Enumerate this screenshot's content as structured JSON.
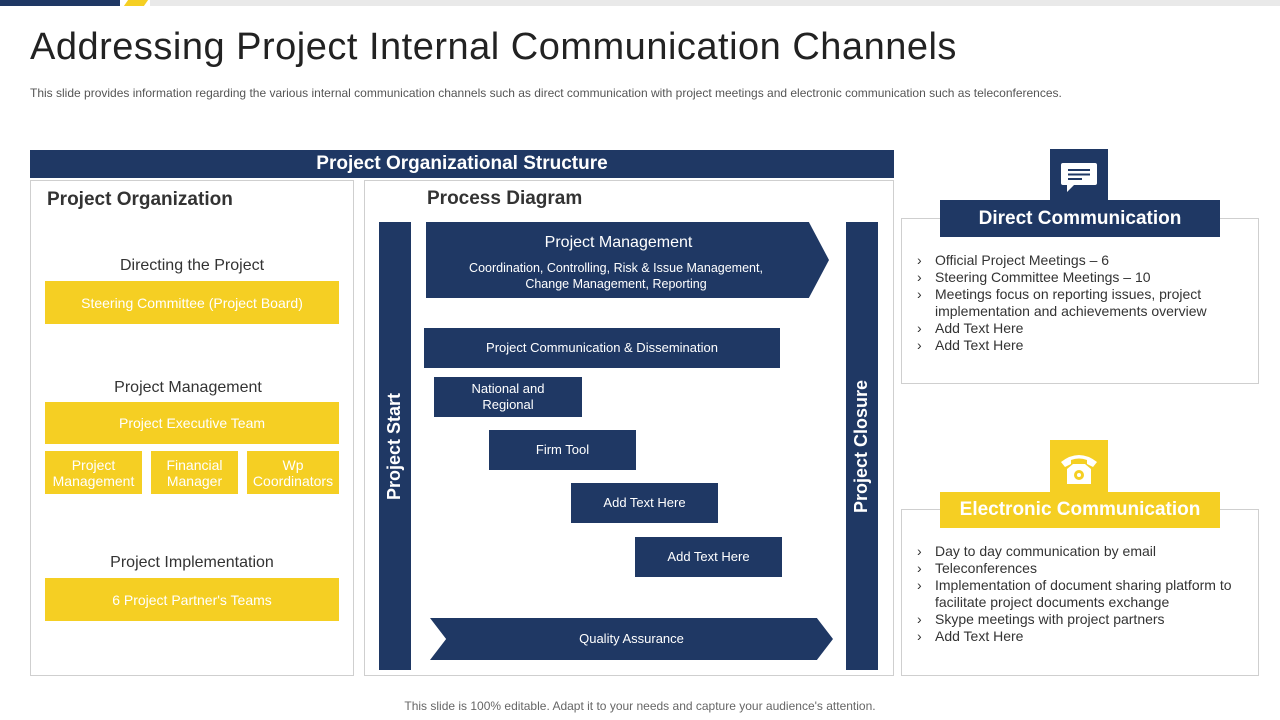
{
  "title": "Addressing Project Internal Communication Channels",
  "subtitle": "This slide provides information regarding the various internal communication channels such as direct communication with project meetings and electronic communication such as teleconferences.",
  "org_structure": {
    "header": "Project Organizational Structure",
    "project_organization": {
      "title": "Project Organization",
      "directing_label": "Directing the Project",
      "steering_committee": "Steering Committee (Project Board)",
      "management_label": "Project Management",
      "executive_team": "Project Executive Team",
      "sub_boxes": [
        "Project Management",
        "Financial Manager",
        "Wp Coordinators"
      ],
      "implementation_label": "Project Implementation",
      "partner_teams": "6 Project Partner's Teams"
    },
    "process_diagram": {
      "title": "Process Diagram",
      "start_label": "Project Start",
      "closure_label": "Project Closure",
      "pm_title": "Project Management",
      "pm_desc": "Coordination,  Controlling,  Risk & Issue Management, Change Management,  Reporting",
      "communication": "Project Communication  & Dissemination",
      "national": "National and Regional",
      "firm_tool": "Firm Tool",
      "add_text_1": "Add Text Here",
      "add_text_2": "Add Text Here",
      "quality": "Quality Assurance"
    }
  },
  "direct": {
    "icon": "chat-bubble-icon",
    "header": "Direct Communication",
    "items": [
      "Official Project Meetings – 6",
      "Steering Committee Meetings – 10",
      "Meetings focus on reporting issues, project implementation and achievements overview",
      "Add Text Here",
      "Add Text Here"
    ]
  },
  "electronic": {
    "icon": "telephone-icon",
    "header": "Electronic Communication",
    "items": [
      "Day to day communication by email",
      "Teleconferences",
      "Implementation of document sharing platform to facilitate project documents exchange",
      "Skype meetings with project partners",
      "Add Text Here"
    ]
  },
  "footer": "This slide is 100% editable. Adapt it to your needs and capture your audience's attention.",
  "colors": {
    "navy": "#1f3864",
    "yellow": "#f5cf23"
  }
}
